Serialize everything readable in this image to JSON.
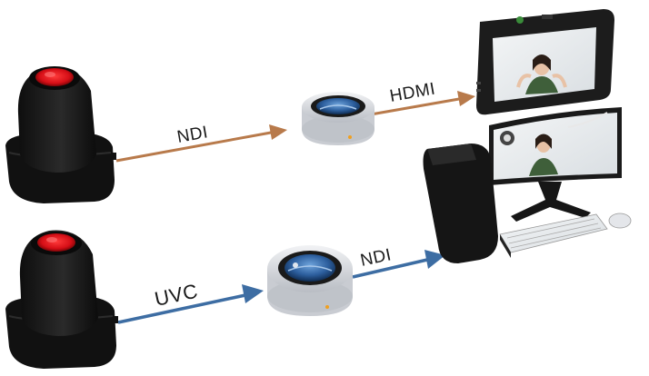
{
  "connections": {
    "top_camera_to_encoder": "NDI",
    "encoder_to_monitor": "HDMI",
    "bottom_camera_to_encoder": "UVC",
    "encoder_to_pc": "NDI"
  },
  "colors": {
    "ndi_top_line": "#b87a4b",
    "hdmi_line": "#b87a4b",
    "uvc_line": "#3d6da3",
    "ndi_bottom_line": "#3d6da3",
    "camera_body": "#151515",
    "camera_lens": "#e1141b",
    "device_ring": "#d4d7dc",
    "device_screen": "#2f6db6",
    "monitor_frame": "#1c1c1c",
    "keyboard": "#e8e8e8"
  },
  "devices": [
    {
      "id": "top-ptz-camera",
      "icon": "ptz-camera-icon"
    },
    {
      "id": "bottom-ptz-camera",
      "icon": "ptz-camera-icon"
    },
    {
      "id": "top-converter",
      "icon": "round-converter-icon"
    },
    {
      "id": "bottom-converter",
      "icon": "round-converter-icon"
    },
    {
      "id": "field-monitor",
      "icon": "field-monitor-icon"
    },
    {
      "id": "desktop-pc",
      "icon": "desktop-pc-icon"
    }
  ]
}
